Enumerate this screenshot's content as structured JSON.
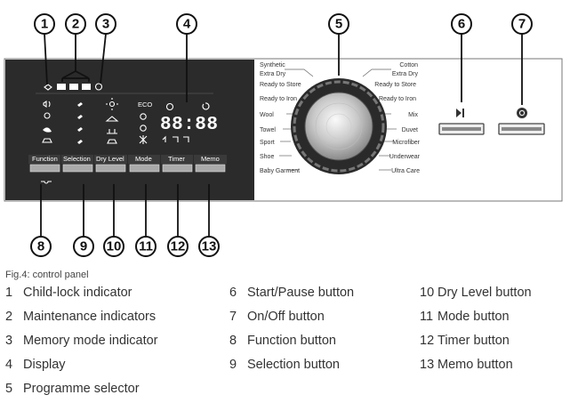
{
  "caption": "Fig.4: control panel",
  "callouts": [
    "1",
    "2",
    "3",
    "4",
    "5",
    "6",
    "7",
    "8",
    "9",
    "10",
    "11",
    "12",
    "13"
  ],
  "panel": {
    "buttons": [
      "Function",
      "Selection",
      "Dry Level",
      "Mode",
      "Timer",
      "Memo"
    ],
    "display_digits": "88:88",
    "eco_label": "ECO",
    "programmes_left": [
      "Synthetic",
      "Extra Dry",
      "Ready to Store",
      "Ready to Iron",
      "Wool",
      "Towel",
      "Sport",
      "Shoe",
      "Baby Garment"
    ],
    "programmes_right": [
      "Cotton",
      "Extra Dry",
      "Ready to Store",
      "Ready to Iron",
      "Mix",
      "Duvet",
      "Microfiber",
      "Underwear",
      "Ultra Care"
    ]
  },
  "legend": [
    {
      "num": "1",
      "label": "Child-lock indicator"
    },
    {
      "num": "2",
      "label": "Maintenance indicators"
    },
    {
      "num": "3",
      "label": "Memory mode indicator"
    },
    {
      "num": "4",
      "label": "Display"
    },
    {
      "num": "5",
      "label": "Programme selector"
    },
    {
      "num": "6",
      "label": "Start/Pause button"
    },
    {
      "num": "7",
      "label": "On/Off button"
    },
    {
      "num": "8",
      "label": "Function button"
    },
    {
      "num": "9",
      "label": "Selection button"
    },
    {
      "num": "10",
      "label": "Dry Level button"
    },
    {
      "num": "11",
      "label": "Mode button"
    },
    {
      "num": "12",
      "label": "Timer button"
    },
    {
      "num": "13",
      "label": "Memo button"
    }
  ]
}
